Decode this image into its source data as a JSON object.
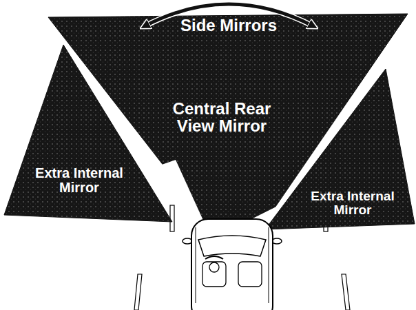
{
  "diagram": {
    "nodes": [
      {
        "text": [
          "Central Rear View Mirror"
        ]
      },
      {
        "text": [
          "Extra Internal Mirror"
        ]
      },
      {
        "text": [
          "Extra Internal Mirror"
        ]
      }
    ],
    "labels": [
      "Side Mirrors"
    ]
  }
}
